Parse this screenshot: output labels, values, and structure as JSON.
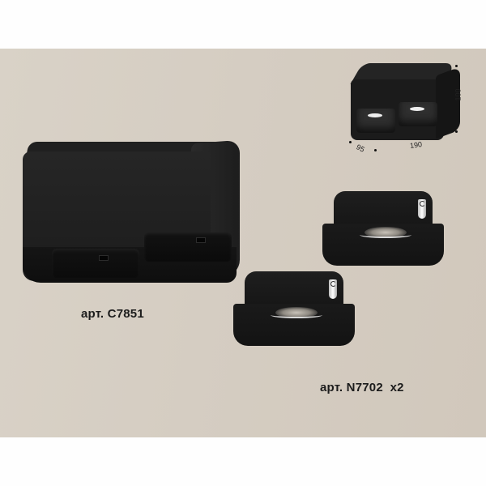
{
  "background": {
    "page_color": "#fefefe",
    "stage_color": "#d5cdc2"
  },
  "products": [
    {
      "id": "housing",
      "label": "арт. C7851",
      "description": "black rectangular surface-mounted housing for two modules",
      "color": "#1f1f1f"
    },
    {
      "id": "frame",
      "label": "арт. N7702  x2",
      "description": "black square frame with spring clip",
      "color": "#161616",
      "quantity": "x2"
    }
  ],
  "dimensions": {
    "height": "100",
    "width": "190",
    "depth": "95"
  }
}
